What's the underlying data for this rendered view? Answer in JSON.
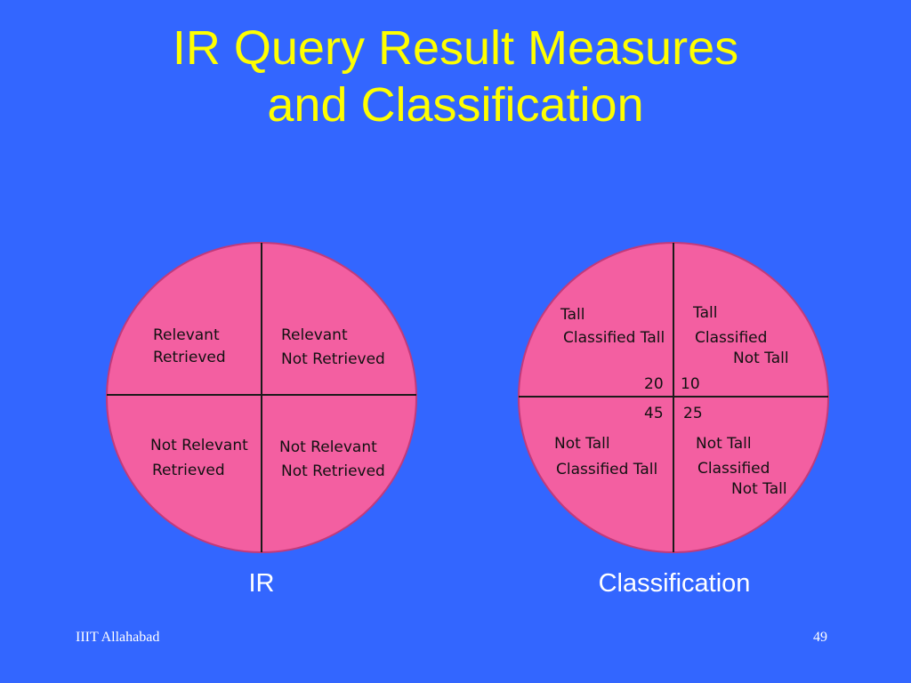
{
  "title": {
    "line1": "IR Query Result Measures",
    "line2": "and Classification"
  },
  "colors": {
    "background": "#3366ff",
    "title": "#ffff00",
    "circle_fill": "#f35fa1",
    "line": "#1a1a1a"
  },
  "ir_diagram": {
    "caption": "IR",
    "top_left": {
      "line1": "Relevant",
      "line2": "Retrieved"
    },
    "top_right": {
      "line1": "Relevant",
      "line2": "Not Retrieved"
    },
    "bottom_left": {
      "line1": "Not Relevant",
      "line2": "Retrieved"
    },
    "bottom_right": {
      "line1": "Not Relevant",
      "line2": "Not Retrieved"
    }
  },
  "classification_diagram": {
    "caption": "Classification",
    "top_left": {
      "line1": "Tall",
      "line2": "Classified Tall",
      "count": "20"
    },
    "top_right": {
      "line1": "Tall",
      "line2": "Classified",
      "line3": "Not Tall",
      "count": "10"
    },
    "bottom_left": {
      "line1": "Not Tall",
      "line2": "Classified Tall",
      "count": "45"
    },
    "bottom_right": {
      "line1": "Not Tall",
      "line2": "Classified",
      "line3": "Not Tall",
      "count": "25"
    }
  },
  "footer": {
    "org": "IIIT Allahabad",
    "page": "49"
  }
}
